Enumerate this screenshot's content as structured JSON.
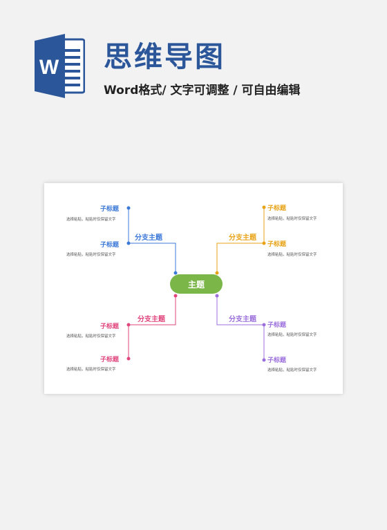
{
  "header": {
    "title": "思维导图",
    "subtitle": "Word格式/ 文字可调整 / 可自由编辑",
    "logo_letter": "W"
  },
  "colors": {
    "brand": "#2b579a",
    "center": "#7ab648",
    "top_left": "#3b78d8",
    "top_right": "#e8a317",
    "bottom_left": "#e0457b",
    "bottom_right": "#9b6fdc"
  },
  "mindmap": {
    "center": "主题",
    "branches": [
      {
        "label": "分支主题",
        "children": [
          {
            "title": "子标题",
            "desc": "选择粘贴，粘贴时仅保留文字"
          },
          {
            "title": "子标题",
            "desc": "选择粘贴，粘贴时仅保留文字"
          }
        ]
      },
      {
        "label": "分支主题",
        "children": [
          {
            "title": "子标题",
            "desc": "选择粘贴，粘贴时仅保留文字"
          },
          {
            "title": "子标题",
            "desc": "选择粘贴，粘贴时仅保留文字"
          }
        ]
      },
      {
        "label": "分支主题",
        "children": [
          {
            "title": "子标题",
            "desc": "选择粘贴，粘贴时仅保留文字"
          },
          {
            "title": "子标题",
            "desc": "选择粘贴，粘贴时仅保留文字"
          }
        ]
      },
      {
        "label": "分支主题",
        "children": [
          {
            "title": "子标题",
            "desc": "选择粘贴，粘贴时仅保留文字"
          },
          {
            "title": "子标题",
            "desc": "选择粘贴，粘贴时仅保留文字"
          }
        ]
      }
    ]
  }
}
